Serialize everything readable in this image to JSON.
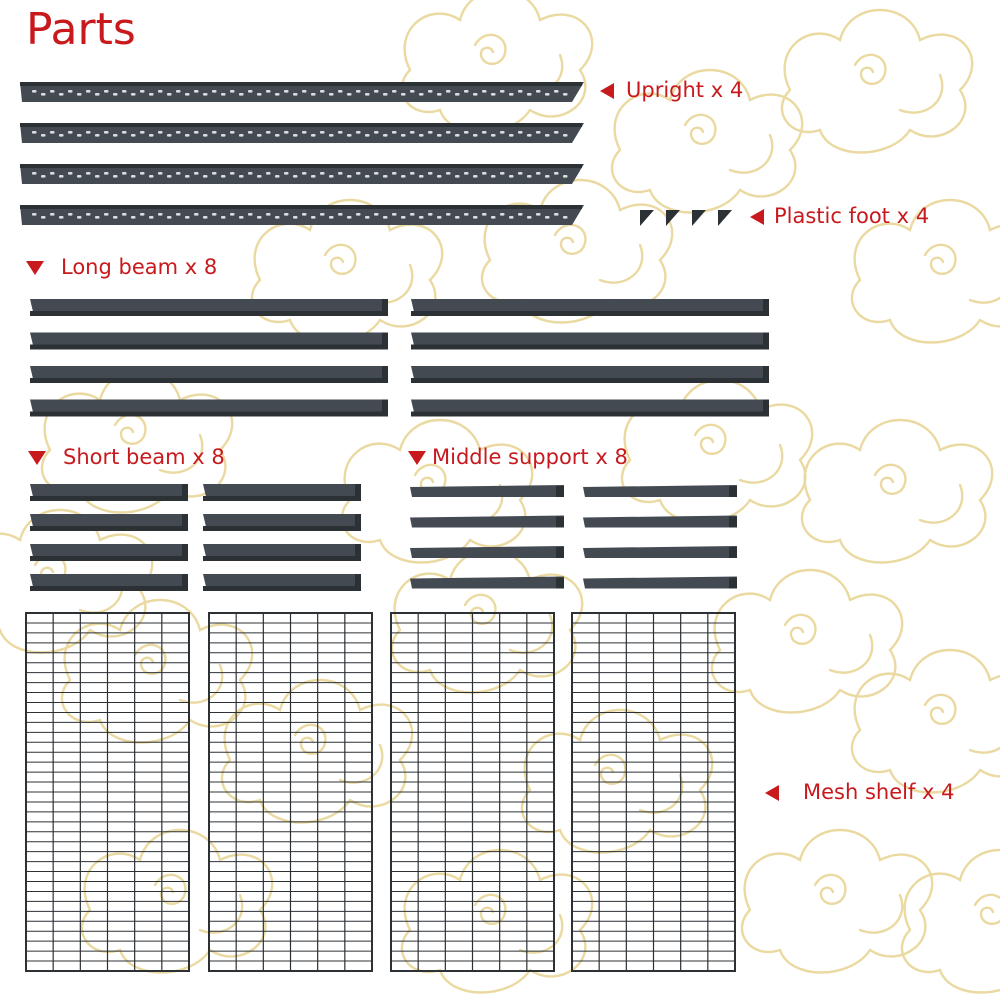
{
  "colors": {
    "label": "#c8191d",
    "metal": "#434a52",
    "metal_dark": "#2c3136",
    "cloud": "#ead9a0"
  },
  "page": {
    "title": "Parts"
  },
  "labels": {
    "upright": "Upright x 4",
    "plastic_foot": "Plastic foot x 4",
    "long_beam": "Long beam x 8",
    "short_beam": "Short beam x 8",
    "middle_support": "Middle support x 8",
    "mesh_shelf": "Mesh shelf x 4"
  },
  "icons": {
    "pointer_left": "triangle-left-icon",
    "pointer_down": "triangle-down-icon"
  },
  "parts": {
    "upright": 4,
    "plastic_foot": 4,
    "long_beam": 8,
    "short_beam": 8,
    "middle_support": 8,
    "mesh_shelf": 4
  }
}
